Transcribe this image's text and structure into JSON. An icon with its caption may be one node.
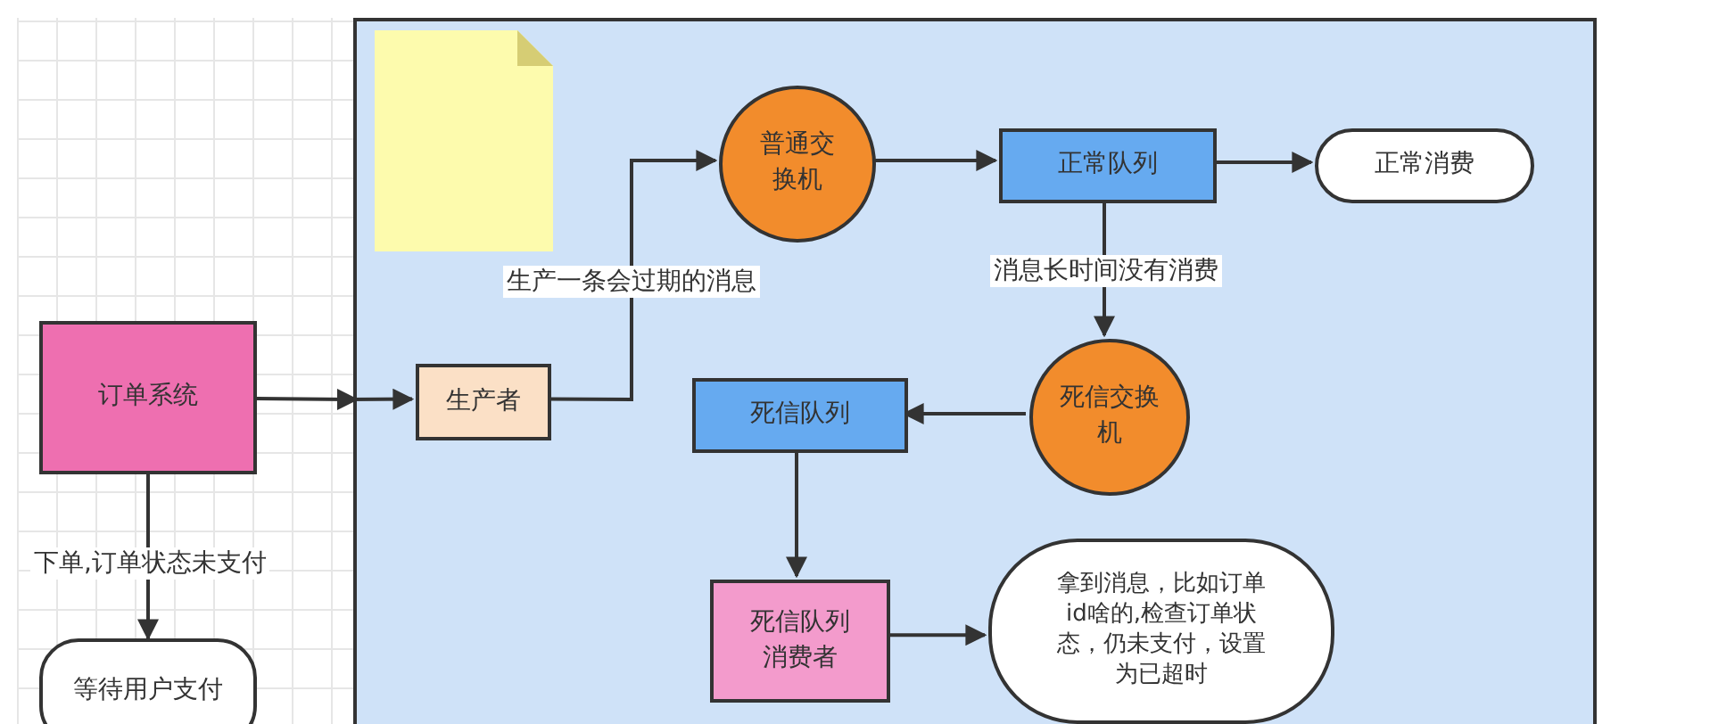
{
  "diagram": {
    "nodes": [
      {
        "text": [],
        "shape": "box"
      },
      {
        "text": [],
        "shape": "note",
        "in": 0
      },
      {
        "text": [
          "普通交换机"
        ],
        "in": 0
      },
      {
        "text": [
          "正常队列"
        ],
        "in": 0
      },
      {
        "text": [
          "正常消费"
        ],
        "in": 0
      },
      {
        "text": [
          "订单系统"
        ]
      },
      {
        "text": [
          "生产者"
        ],
        "in": 0
      },
      {
        "text": [
          "死信交换机"
        ],
        "in": 0
      },
      {
        "text": [
          "死信队列"
        ],
        "in": 0
      },
      {
        "text": [
          "死信队列消费者"
        ],
        "in": 0
      },
      {
        "text": [
          "拿到消息，比如订单id啥的,检查订单状态，仍未支付，设置为已超时"
        ],
        "in": 0
      },
      {
        "text": [
          "等待用户支付"
        ]
      }
    ],
    "edges": [
      {
        "from": 5,
        "to": 6,
        "arrow": "to"
      },
      {
        "from": 6,
        "to": 2,
        "arrow": "to",
        "label": "生产一条会过期的消息"
      },
      {
        "from": 2,
        "to": 3,
        "arrow": "to"
      },
      {
        "from": 3,
        "to": 4,
        "arrow": "to"
      },
      {
        "from": 3,
        "to": 7,
        "arrow": "to",
        "label": "消息长时间没有消费"
      },
      {
        "from": 7,
        "to": 8,
        "arrow": "to"
      },
      {
        "from": 8,
        "to": 9,
        "arrow": "to"
      },
      {
        "from": 9,
        "to": 10,
        "arrow": "to"
      },
      {
        "from": 5,
        "to": 11,
        "arrow": "to",
        "label": "下单,订单状态未支付"
      }
    ]
  }
}
